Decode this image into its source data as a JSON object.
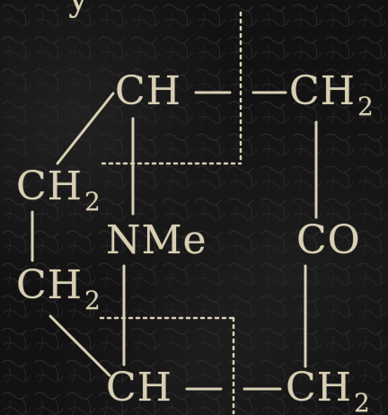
{
  "diagram": {
    "atoms": {
      "ch_top": "CH",
      "ch2_top": {
        "base": "CH",
        "sub": "2"
      },
      "ch2_left_upper": {
        "base": "CH",
        "sub": "2"
      },
      "nme": "NMe",
      "co": "CO",
      "ch2_left_lower": {
        "base": "CH",
        "sub": "2"
      },
      "ch_bottom": "CH",
      "ch2_bottom": {
        "base": "CH",
        "sub": "2"
      }
    },
    "cropped_fragment": "y"
  },
  "colors": {
    "background": "#121212",
    "ink": "#d8cfb4"
  }
}
